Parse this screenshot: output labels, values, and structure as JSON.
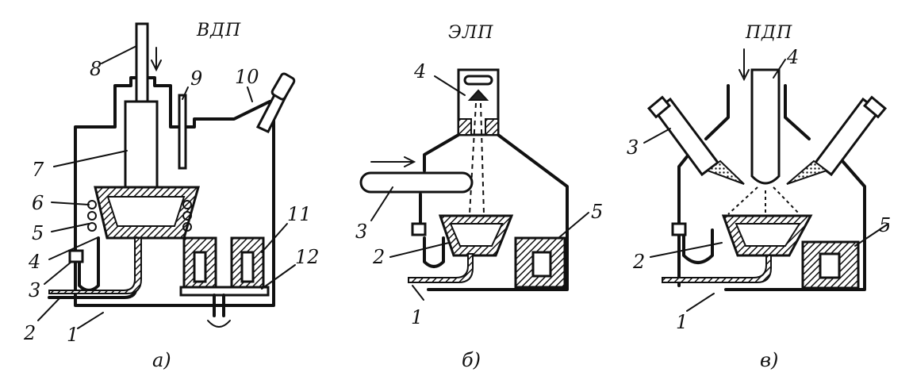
{
  "figure": {
    "a": {
      "title": "ВДП",
      "caption": "а)",
      "labels": [
        "1",
        "2",
        "3",
        "4",
        "5",
        "6",
        "7",
        "8",
        "9",
        "10",
        "11",
        "12"
      ]
    },
    "b": {
      "title": "ЭЛП",
      "caption": "б)",
      "labels": [
        "1",
        "2",
        "3",
        "4",
        "5"
      ]
    },
    "c": {
      "title": "ПДП",
      "caption": "в)",
      "labels": [
        "1",
        "2",
        "3",
        "4",
        "5"
      ]
    }
  },
  "colors": {
    "ink": "#111111",
    "paper": "#ffffff",
    "fill": "#222222"
  }
}
